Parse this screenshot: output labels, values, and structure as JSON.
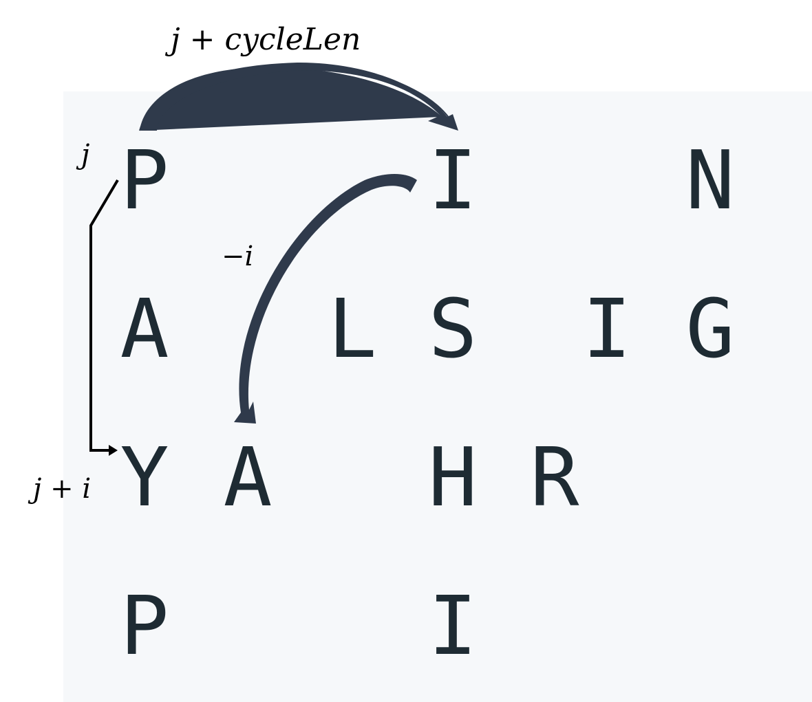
{
  "grid": {
    "rows": [
      [
        "P",
        "",
        "",
        "I",
        "",
        "",
        "N"
      ],
      [
        "A",
        "",
        "L",
        "S",
        "",
        "I",
        "G"
      ],
      [
        "Y",
        "A",
        "",
        "H",
        "R",
        "",
        ""
      ],
      [
        "P",
        "",
        "",
        "I",
        "",
        "",
        ""
      ]
    ]
  },
  "annotations": {
    "jump_label": "j + cycleLen",
    "back_label": "−i",
    "start_label": "j",
    "end_label": "j + i"
  },
  "colors": {
    "panel": "#f6f8fa",
    "glyph": "#1e2b33",
    "curved_arrow": "#2f3a4b",
    "bracket_arrow": "#000000"
  }
}
